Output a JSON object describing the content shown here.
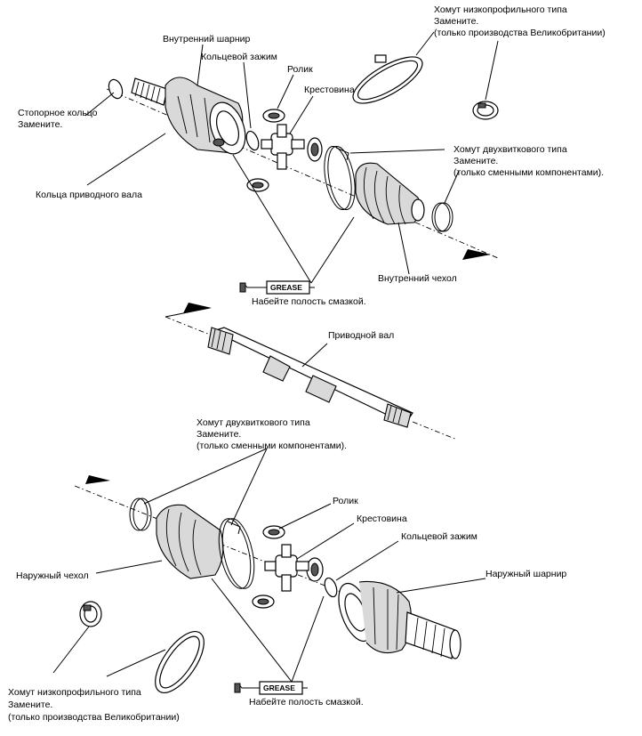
{
  "upper": {
    "inner_joint": "Внутренний шарнир",
    "circlip": "Кольцевой зажим",
    "roller": "Ролик",
    "spider": "Крестовина",
    "low_profile_clamp": [
      "Хомут низкопрофильного типа",
      "Замените.",
      "(только производства Великобритании)"
    ],
    "stop_ring": [
      "Стопорное кольцо",
      "Замените."
    ],
    "double_loop_clamp": [
      "Хомут двухвиткового типа",
      "Замените.",
      "(только сменными компонентами)."
    ],
    "driveshaft_rings": "Кольца приводного вала",
    "inner_boot": "Внутренний чехол",
    "grease_tag": "GREASE",
    "grease_note": "Набейте полость смазкой."
  },
  "middle": {
    "driveshaft": "Приводной вал"
  },
  "lower": {
    "double_loop_clamp": [
      "Хомут двухвиткового типа",
      "Замените.",
      "(только сменными компонентами)."
    ],
    "roller": "Ролик",
    "spider": "Крестовина",
    "circlip": "Кольцевой зажим",
    "outer_boot": "Наружный чехол",
    "outer_joint": "Наружный шарнир",
    "low_profile_clamp": [
      "Хомут низкопрофильного типа",
      "Замените.",
      "(только производства Великобритании)"
    ],
    "grease_tag": "GREASE",
    "grease_note": "Набейте полость смазкой."
  }
}
